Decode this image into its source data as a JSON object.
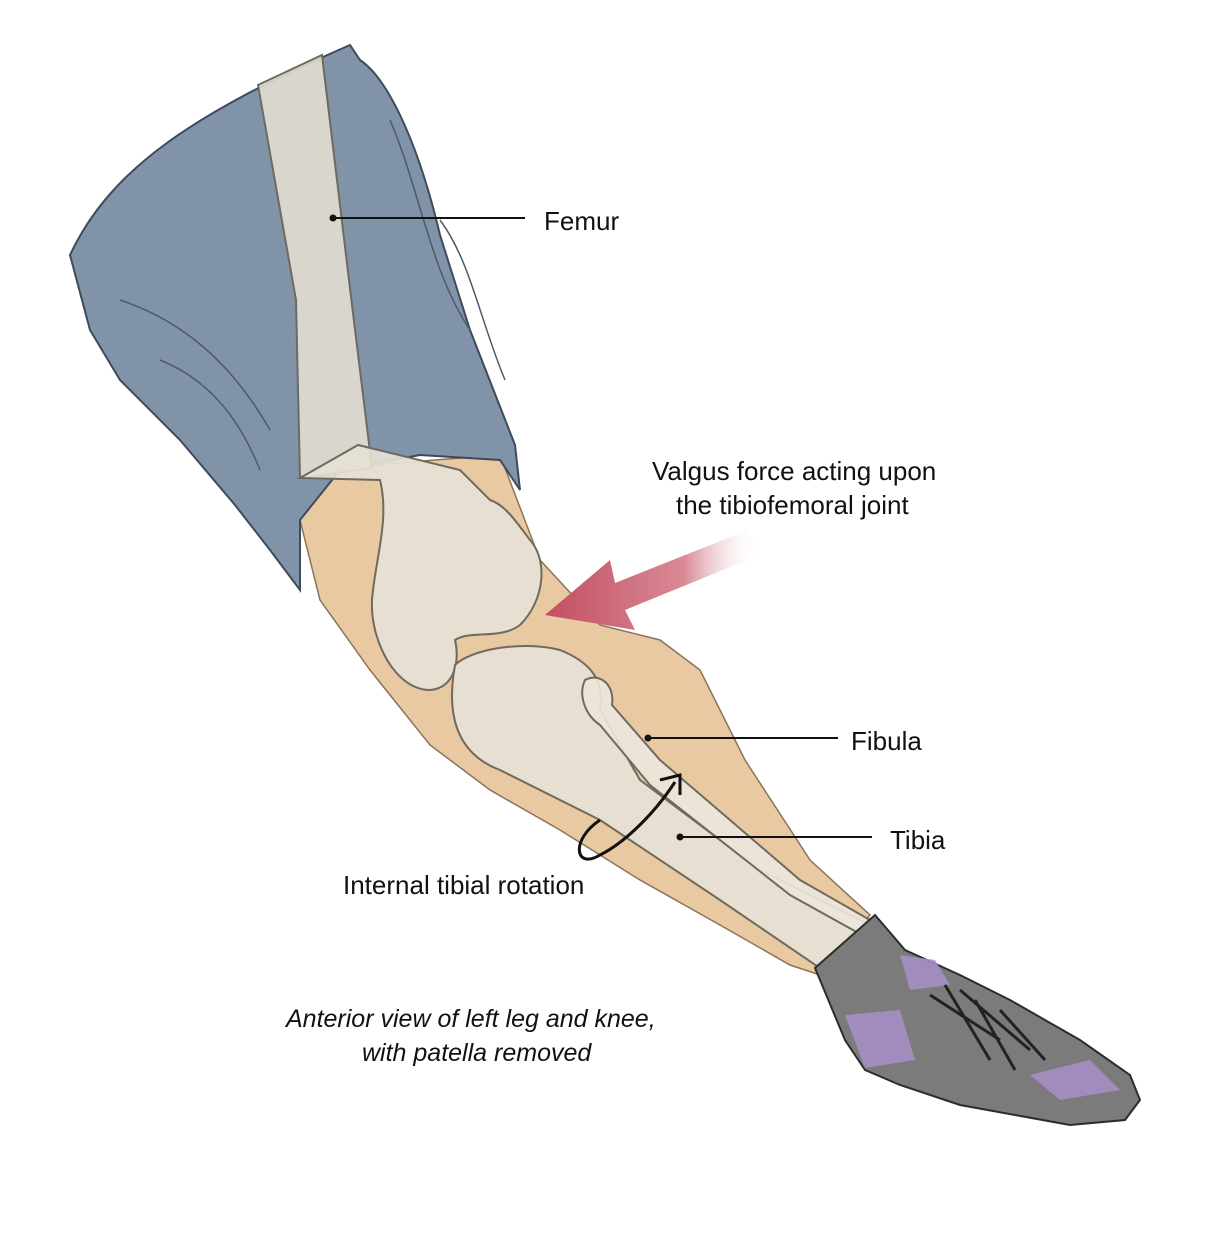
{
  "labels": {
    "femur": "Femur",
    "valgus_line1": "Valgus force acting upon",
    "valgus_line2": "the tibiofemoral joint",
    "fibula": "Fibula",
    "tibia": "Tibia",
    "rotation": "Internal tibial rotation"
  },
  "caption": {
    "line1": "Anterior view of left leg and knee,",
    "line2": "with patella removed"
  },
  "colors": {
    "shorts": "#7f93a8",
    "skin": "#e9c9a1",
    "bone": "#e6e1d5",
    "arrow": "#c45a6a",
    "shoe": "#7b7b7b",
    "shoe_accent": "#a88fc9"
  }
}
